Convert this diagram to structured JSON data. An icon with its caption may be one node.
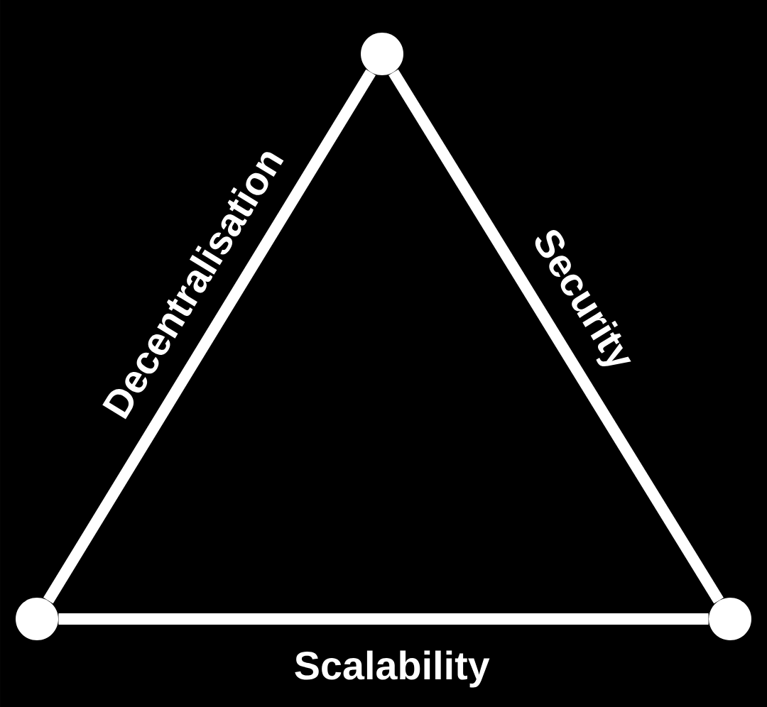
{
  "diagram": {
    "nodes": [
      {
        "text": [],
        "shape": "circle"
      },
      {
        "text": [],
        "shape": "circle"
      },
      {
        "text": [],
        "shape": "circle"
      }
    ],
    "edges": [
      {
        "from": 0,
        "to": 1,
        "arrow": "none",
        "label": "Decentralisation"
      },
      {
        "from": 1,
        "to": 2,
        "arrow": "none",
        "label": "Security"
      },
      {
        "from": 0,
        "to": 2,
        "arrow": "none",
        "label": "Scalability"
      }
    ]
  }
}
